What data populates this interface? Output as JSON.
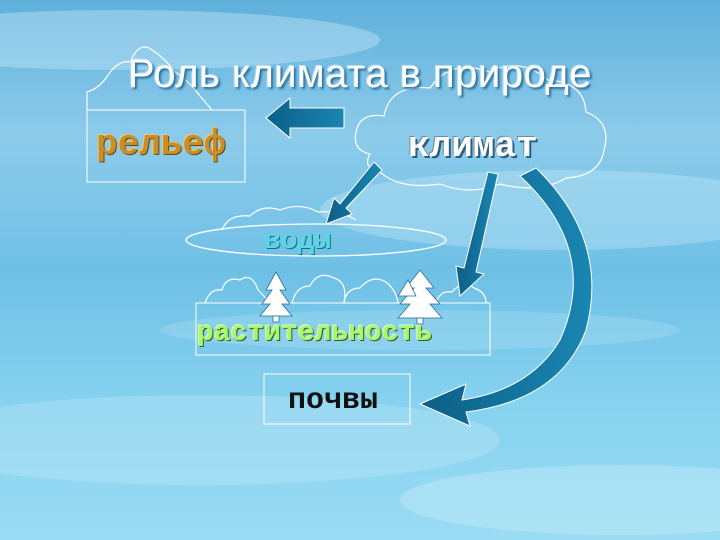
{
  "title": "Роль климата в природе",
  "nodes": {
    "relief": "рельеф",
    "climate": "климат",
    "water": "воды",
    "vegetation": "растительность",
    "soil": "почвы"
  },
  "colors": {
    "sky_top": "#6fb8de",
    "sky_bottom": "#7fd0ee",
    "arrow": "#0b6f96",
    "relief_text": "#c78f2b",
    "water_text": "#5ad7e6",
    "vegetation_text": "#a8f56f"
  }
}
